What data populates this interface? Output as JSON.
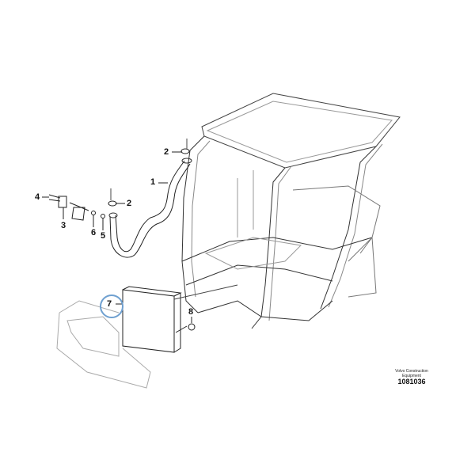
{
  "callouts": {
    "c1": "1",
    "c2a": "2",
    "c2b": "2",
    "c3": "3",
    "c4": "4",
    "c5": "5",
    "c6": "6",
    "c7": "7",
    "c8": "8"
  },
  "highlighted_callout": "7",
  "highlight_color": "#6fa0d0",
  "credit": {
    "line1": "Volvo Construction",
    "line2": "Equipment",
    "doc_number": "1081036"
  }
}
